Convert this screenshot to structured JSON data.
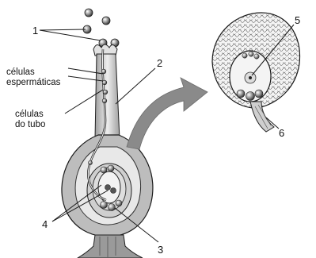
{
  "diagram": {
    "labels": {
      "n1": "1",
      "n2": "2",
      "n3": "3",
      "n4": "4",
      "n5": "5",
      "n6": "6",
      "sperm_line1": "células",
      "sperm_line2": "espermáticas",
      "tube_line1": "células",
      "tube_line2": "do tubo"
    },
    "colors": {
      "line": "#1a1a1a",
      "arrow": "#8a8a8a",
      "ovary_fill": "#d9d9d9",
      "wall_fill": "#bdbdbd",
      "sac_fill": "#e6e6e6"
    }
  }
}
